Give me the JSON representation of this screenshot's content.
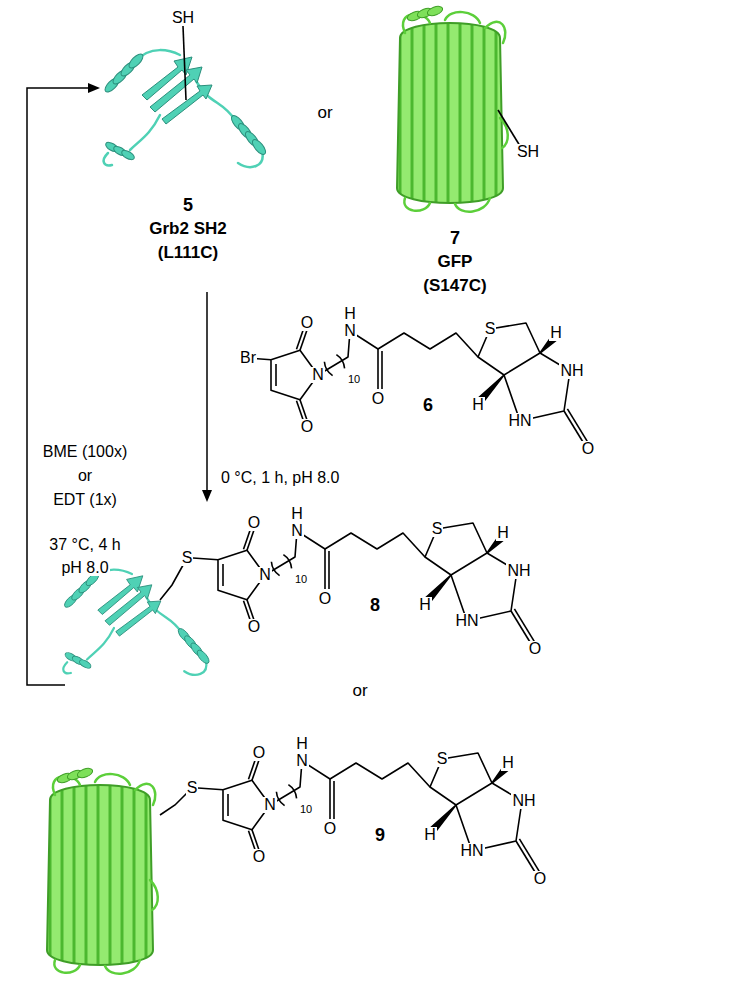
{
  "diagram": {
    "labels": [
      "SH",
      "5",
      "Grb2 SH2",
      "(L111C)",
      "or",
      "SH",
      "7",
      "GFP",
      "(S147C)",
      "BME (100x)",
      "or",
      "EDT (1x)",
      "37 °C, 4 h",
      "pH 8.0",
      "Br",
      "O",
      "O",
      "N",
      "10",
      "H",
      "N",
      "O",
      "S",
      "H",
      "NH",
      "HN",
      "O",
      "H",
      "6",
      "0 °C, 1 h, pH 8.0",
      "S",
      "O",
      "O",
      "N",
      "10",
      "H",
      "N",
      "O",
      "S",
      "H",
      "NH",
      "HN",
      "O",
      "H",
      "8",
      "or",
      "S",
      "O",
      "O",
      "N",
      "10",
      "H",
      "N",
      "O",
      "S",
      "H",
      "NH",
      "HN",
      "O",
      "H",
      "9"
    ]
  }
}
